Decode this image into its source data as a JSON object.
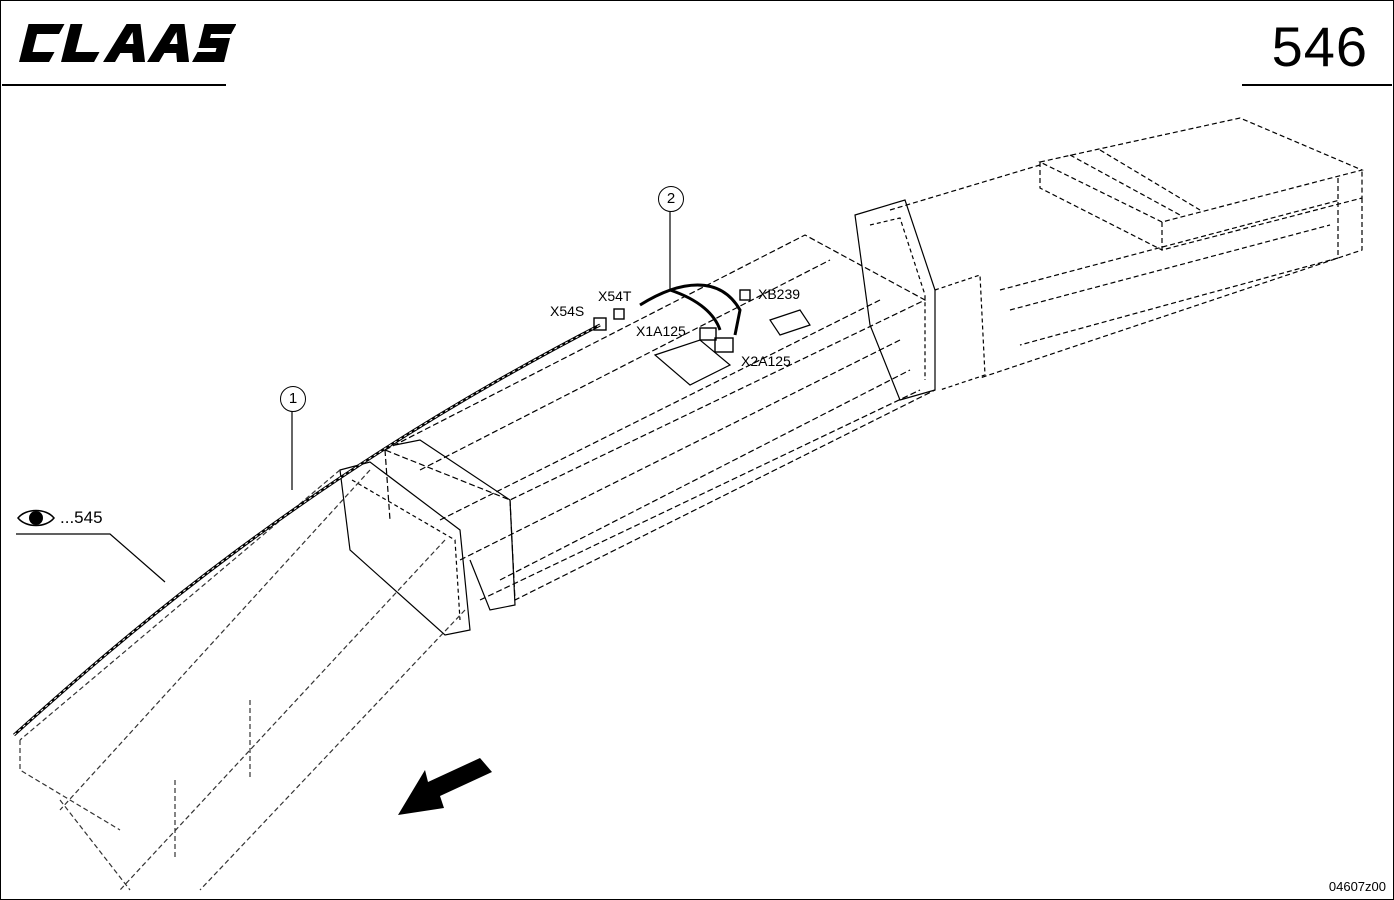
{
  "header": {
    "brand": "CLAAS",
    "page_number": "546"
  },
  "callouts": {
    "item1": "1",
    "item2": "2"
  },
  "connectors": {
    "x54s": "X54S",
    "x54t": "X54T",
    "x1a125": "X1A125",
    "xb239": "XB239",
    "x2a125": "X2A125"
  },
  "reference": {
    "icon": "eye-icon",
    "text": "...545"
  },
  "direction_icon": "arrow-forward-icon",
  "drawing_code": "04607z00"
}
